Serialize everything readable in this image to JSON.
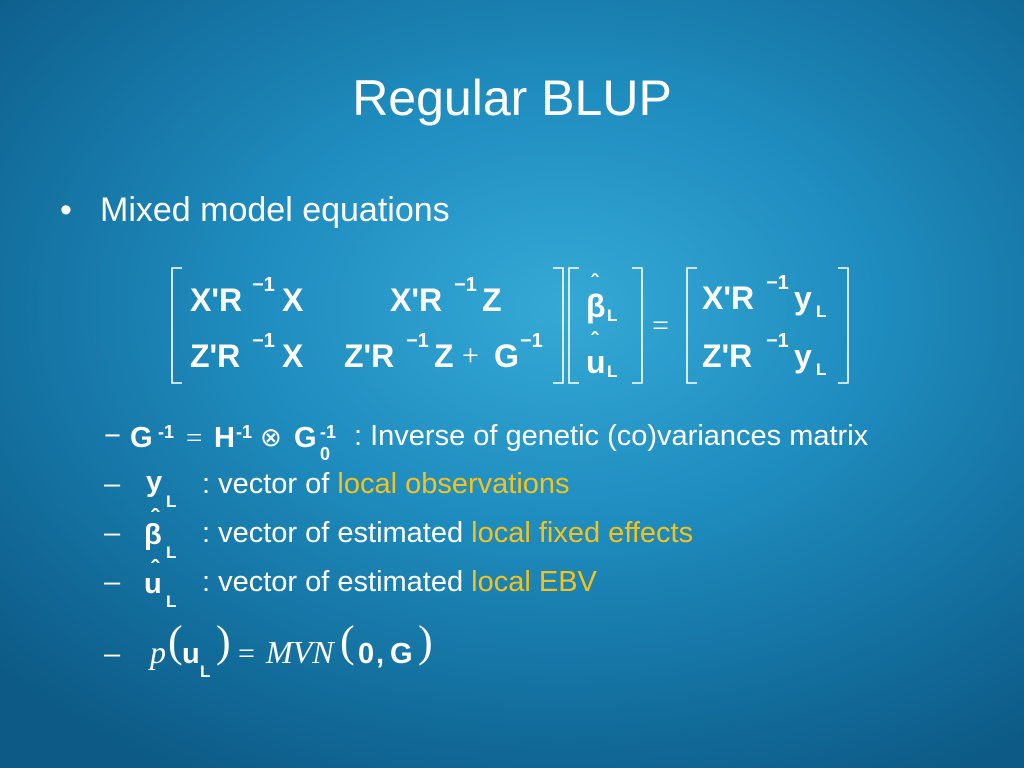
{
  "slide": {
    "title": "Regular BLUP",
    "bullet": {
      "marker": "•",
      "text": "Mixed model equations"
    },
    "equation": {
      "row1": {
        "c1": [
          "X'R",
          "−1",
          "X"
        ],
        "c2": [
          "X'R",
          "−1",
          "Z"
        ],
        "rhs": [
          "X'R",
          "−1",
          "y",
          "L"
        ]
      },
      "row2": {
        "c1": [
          "Z'R",
          "−1",
          "X"
        ],
        "c2": [
          "Z'R",
          "−1",
          "Z",
          "+",
          "G",
          "−1"
        ],
        "rhs": [
          "Z'R",
          "−1",
          "y",
          "L"
        ]
      },
      "unknowns": [
        {
          "hat": "ˆ",
          "sym": "β",
          "sub": "L"
        },
        {
          "hat": "ˆ",
          "sym": "u",
          "sub": "L"
        }
      ],
      "equals": "="
    },
    "sub_items": [
      {
        "dash": "−",
        "math": {
          "g": "G",
          "gsup": "-1",
          "eq": "=",
          "h": "H",
          "hsup": "-1",
          "otimes": "⊗",
          "g0": "G",
          "g0sup": "-1",
          "g0sub": "0"
        },
        "text": ": Inverse of genetic (co)variances matrix",
        "highlight": ""
      },
      {
        "dash": "–",
        "math": {
          "sym": "y",
          "sub": "L"
        },
        "text": ": vector of ",
        "highlight": "local observations"
      },
      {
        "dash": "–",
        "math": {
          "hat": "ˆ",
          "sym": "β",
          "sub": "L"
        },
        "text": ": vector of estimated ",
        "highlight": "local fixed effects"
      },
      {
        "dash": "–",
        "math": {
          "hat": "ˆ",
          "sym": "u",
          "sub": "L"
        },
        "text": ": vector of estimated ",
        "highlight": "local EBV"
      },
      {
        "dash": "–",
        "math": {
          "p": "p",
          "lp": "(",
          "u": "u",
          "sub": "L",
          "rp": ")",
          "eq": "=",
          "mvn": "MVN",
          "lp2": "(",
          "zero": "0",
          "comma": ",",
          "g": "G",
          "rp2": ")"
        }
      }
    ],
    "colors": {
      "text": "#ffffff",
      "highlight": "#f5c21b",
      "background": "#1f8dbf"
    }
  }
}
